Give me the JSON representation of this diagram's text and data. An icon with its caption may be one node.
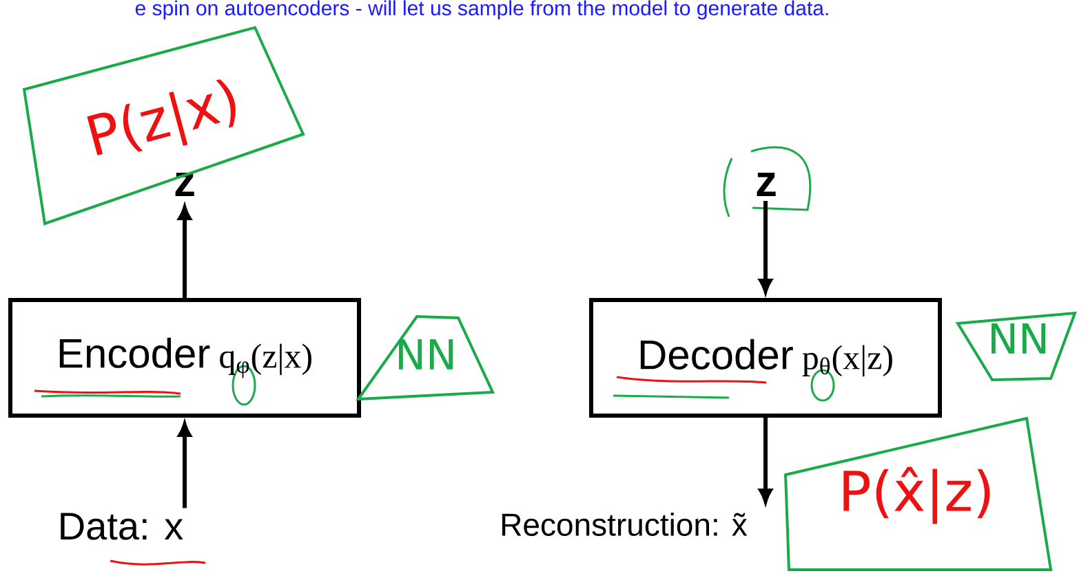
{
  "diagram": {
    "nodes": [
      {
        "text": [
          "z"
        ]
      },
      {
        "text": [
          "Encoder",
          "q$_{φ}$(z|x)"
        ]
      },
      {
        "text": [
          "Data: x"
        ]
      },
      {
        "text": [
          "z"
        ]
      },
      {
        "text": [
          "Decoder",
          "p$_{θ}$(x|z)"
        ]
      },
      {
        "text": [
          "Reconstruction: x̃"
        ]
      },
      {
        "text": [
          "P(z|x)"
        ]
      },
      {
        "text": [
          "NN"
        ]
      },
      {
        "text": [
          "NN"
        ]
      },
      {
        "text": [
          "P(x̂|z)"
        ]
      }
    ],
    "edges": [
      {
        "from": 2,
        "to": 1,
        "arrow": "to"
      },
      {
        "from": 1,
        "to": 0,
        "arrow": "to"
      },
      {
        "from": 3,
        "to": 4,
        "arrow": "to"
      },
      {
        "from": 4,
        "to": 5,
        "arrow": "to"
      }
    ],
    "labels": [
      "e spin on autoencoders - will let us sample from the model to generate data."
    ]
  }
}
